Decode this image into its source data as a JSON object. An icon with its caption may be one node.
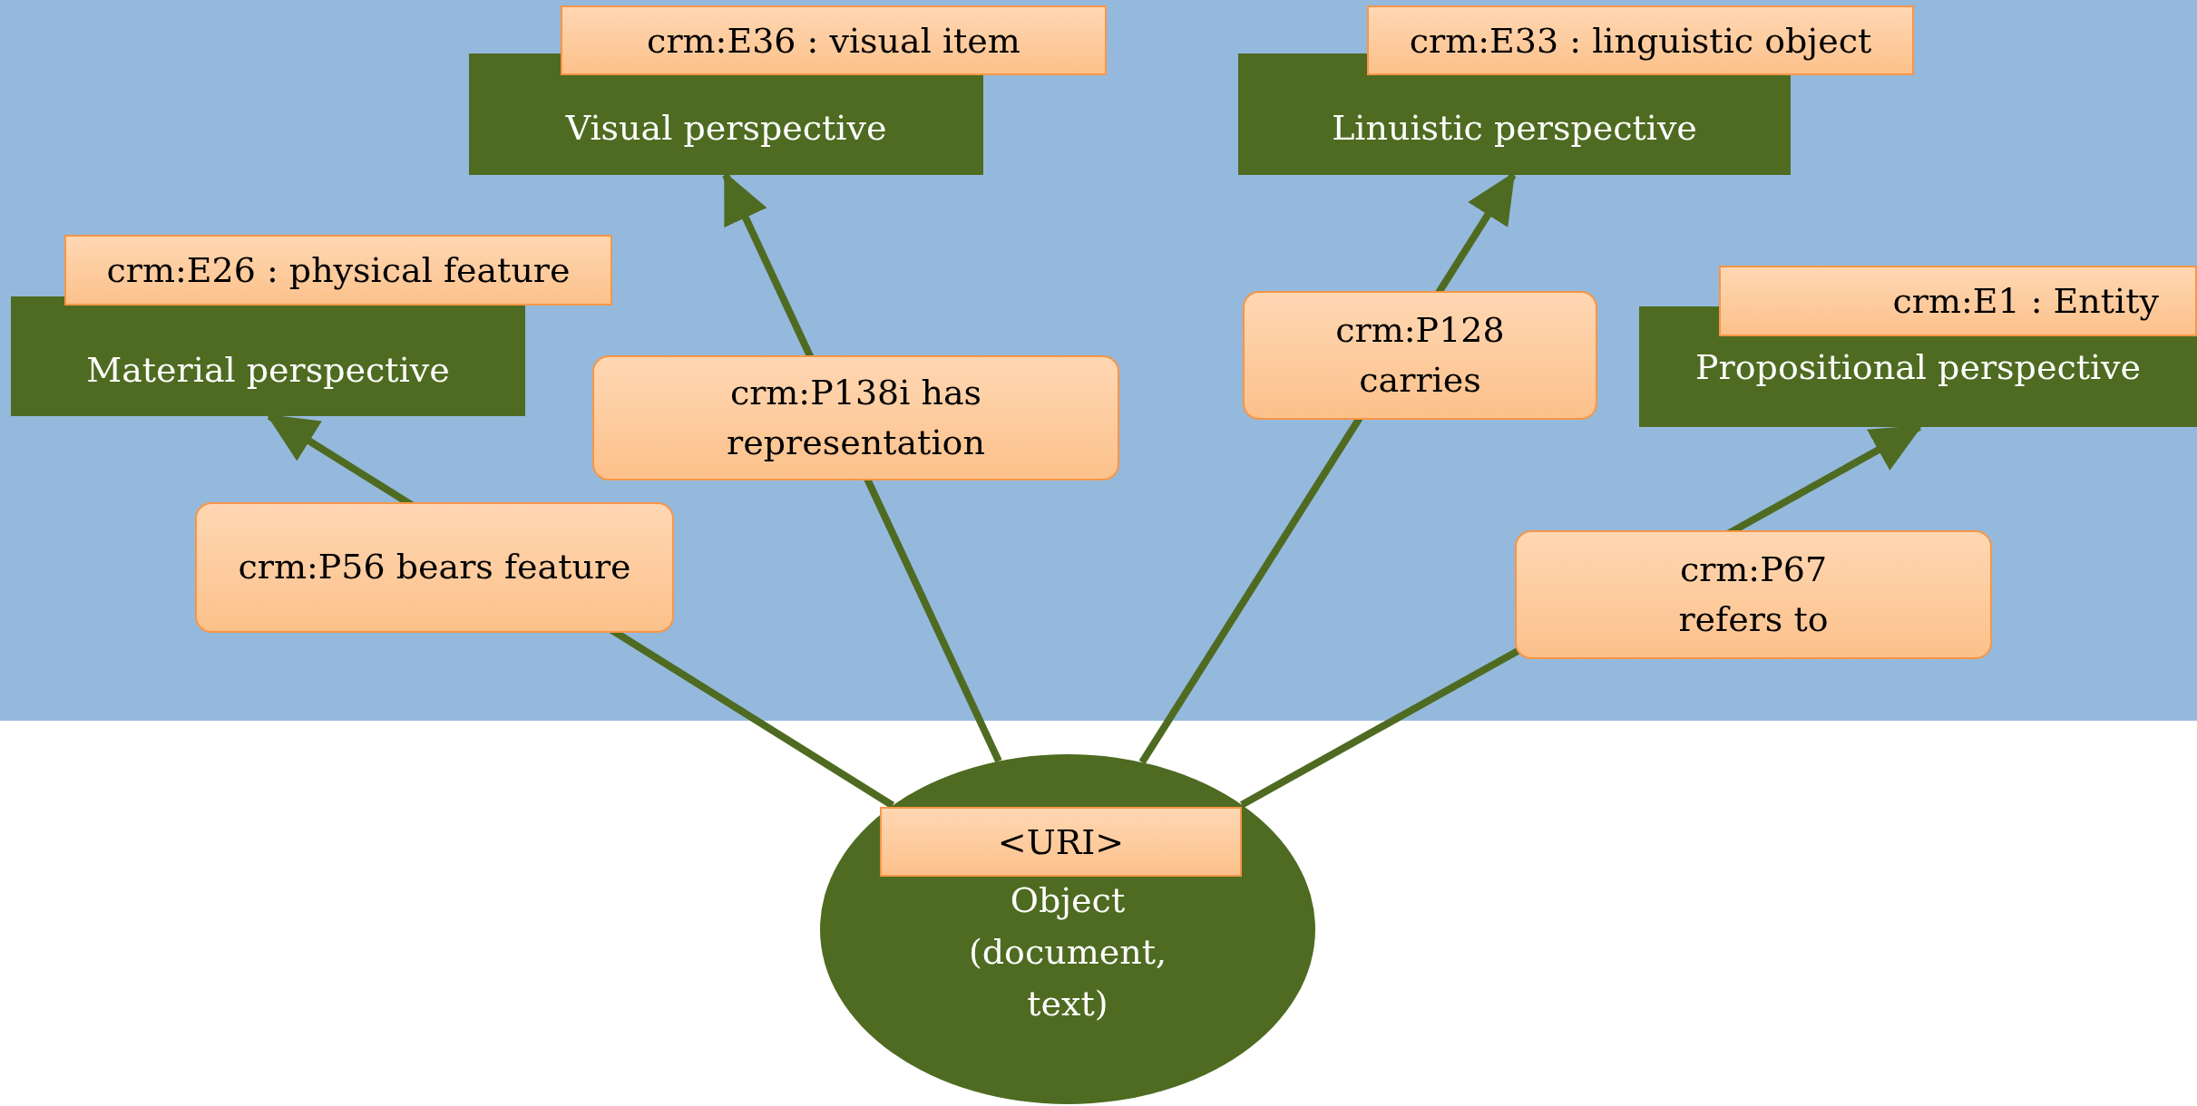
{
  "diagram": {
    "nodes": [
      {
        "text": [
          "crm:E26 : physical feature",
          "Material perspective"
        ]
      },
      {
        "text": [
          "crm:E36 : visual item",
          "Visual perspective"
        ]
      },
      {
        "text": [
          "crm:E33 : linguistic object",
          "Linuistic perspective"
        ]
      },
      {
        "text": [
          "crm:E1 : Entity",
          "Propositional perspective"
        ]
      },
      {
        "text": [
          "<URI>",
          "Object (document, text)"
        ]
      }
    ],
    "edges": [
      {
        "from": 4,
        "to": 0,
        "arrow": "to",
        "label": "crm:P56 bears feature"
      },
      {
        "from": 4,
        "to": 1,
        "arrow": "to",
        "label": "crm:P138i has representation"
      },
      {
        "from": 4,
        "to": 2,
        "arrow": "to",
        "label": "crm:P128 carries"
      },
      {
        "from": 4,
        "to": 3,
        "arrow": "to",
        "label": "crm:P67 refers to"
      }
    ]
  }
}
